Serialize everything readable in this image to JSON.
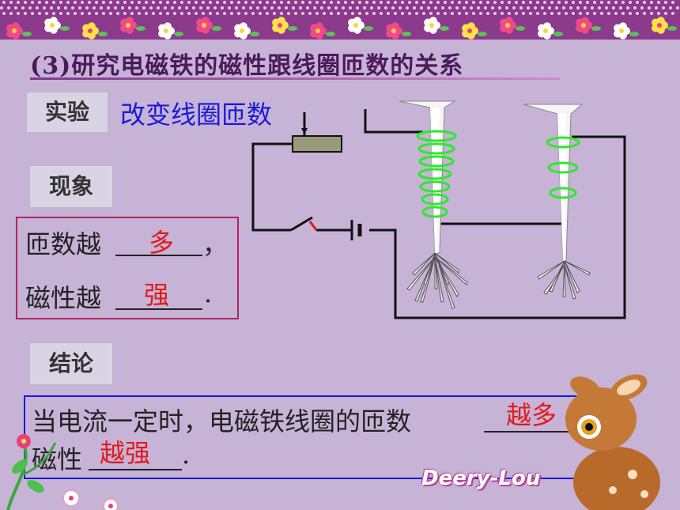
{
  "title": "(3)研究电磁铁的磁性跟线圈匝数的关系",
  "experiment": {
    "tag": "实验",
    "description": "改变线圈匝数"
  },
  "phenomenon": {
    "tag": "现象",
    "line1_text": "匝数越",
    "line1_answer": "多",
    "line1_end": "，",
    "line2_text": "磁性越",
    "line2_answer": "强",
    "line2_end": "."
  },
  "conclusion": {
    "tag": "结论",
    "line1_text": "当电流一定时，电磁铁线圈的匝数",
    "line1_answer": "越多",
    "line2_text": "磁性",
    "line2_answer": "越强",
    "line2_end": "."
  },
  "logo": "Deery-Lou",
  "colors": {
    "background": "#c6b3d6",
    "border": "#8c3a8c",
    "answer": "#e01a1a",
    "highlight": "#1a1ad8",
    "coil": "#2ee82e"
  }
}
